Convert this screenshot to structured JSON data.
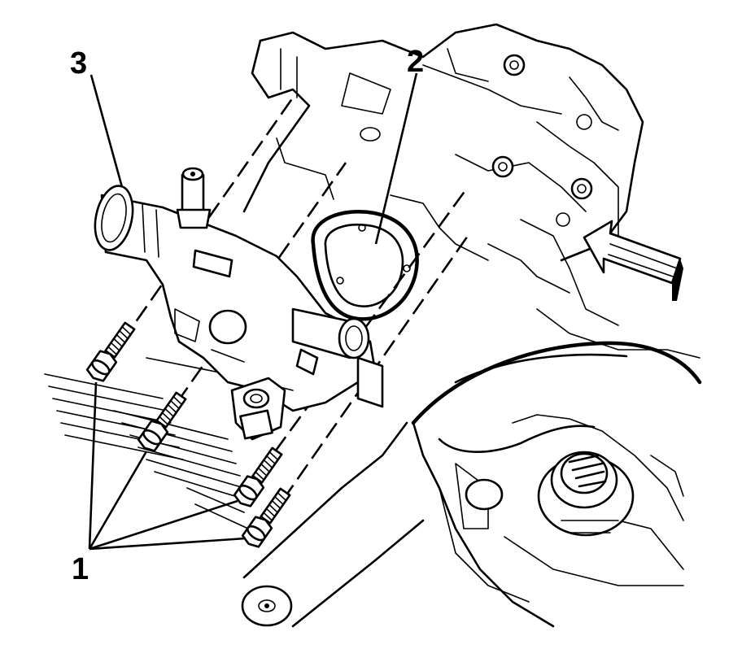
{
  "diagram": {
    "callouts": [
      {
        "id": "bolts",
        "label": "1"
      },
      {
        "id": "gasket",
        "label": "2"
      },
      {
        "id": "housing",
        "label": "3"
      }
    ],
    "colors": {
      "line": "#000000",
      "background": "#ffffff"
    },
    "icons": {
      "view_direction": "view-direction-arrow-icon"
    }
  }
}
